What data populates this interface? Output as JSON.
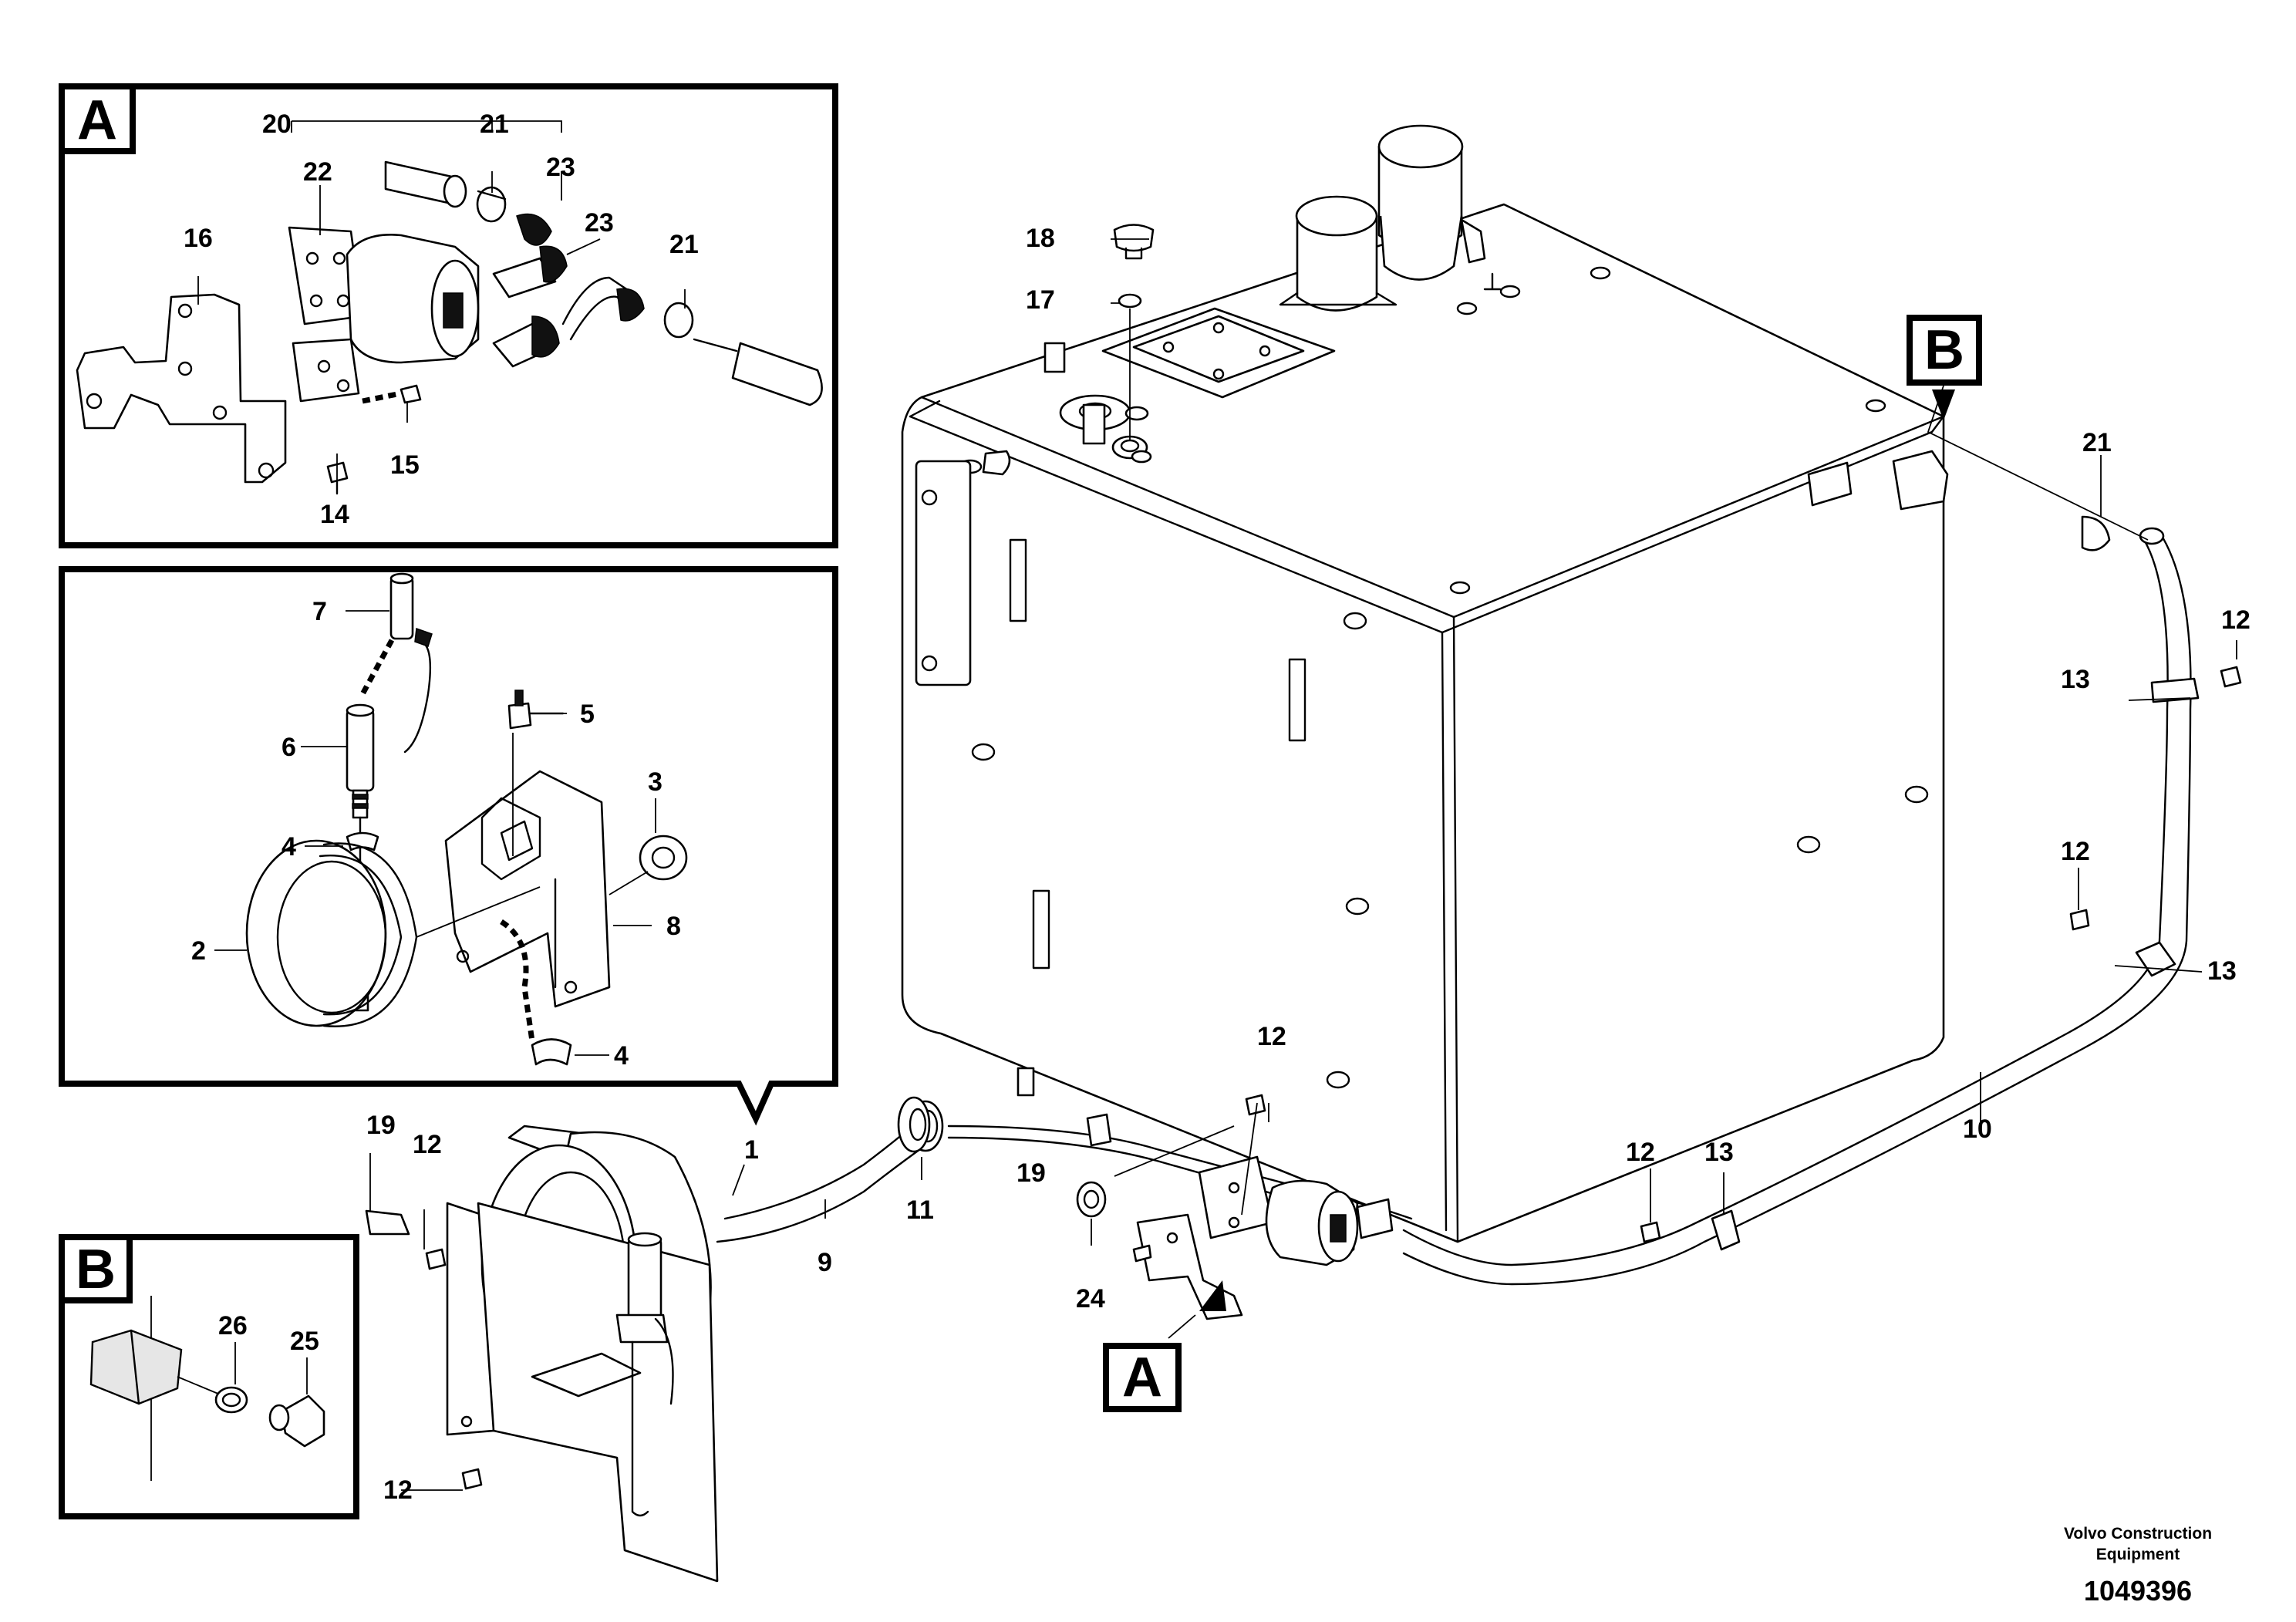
{
  "detail_letters": {
    "a": "A",
    "b": "B"
  },
  "callouts": {
    "c1": "1",
    "c2": "2",
    "c3": "3",
    "c4a": "4",
    "c4b": "4",
    "c5": "5",
    "c6": "6",
    "c7": "7",
    "c8": "8",
    "c9": "9",
    "c10": "10",
    "c11": "11",
    "c12a": "12",
    "c12b": "12",
    "c12c": "12",
    "c12d": "12",
    "c12e": "12",
    "c12f": "12",
    "c13a": "13",
    "c13b": "13",
    "c13c": "13",
    "c14": "14",
    "c15": "15",
    "c16": "16",
    "c17": "17",
    "c18": "18",
    "c19a": "19",
    "c19b": "19",
    "c20": "20",
    "c21a": "21",
    "c21b": "21",
    "c21c": "21",
    "c22": "22",
    "c23a": "23",
    "c23b": "23",
    "c24": "24",
    "c25": "25",
    "c26": "26"
  },
  "footer": {
    "company_line1": "Volvo Construction",
    "company_line2": "Equipment",
    "drawing_number": "1049396"
  }
}
